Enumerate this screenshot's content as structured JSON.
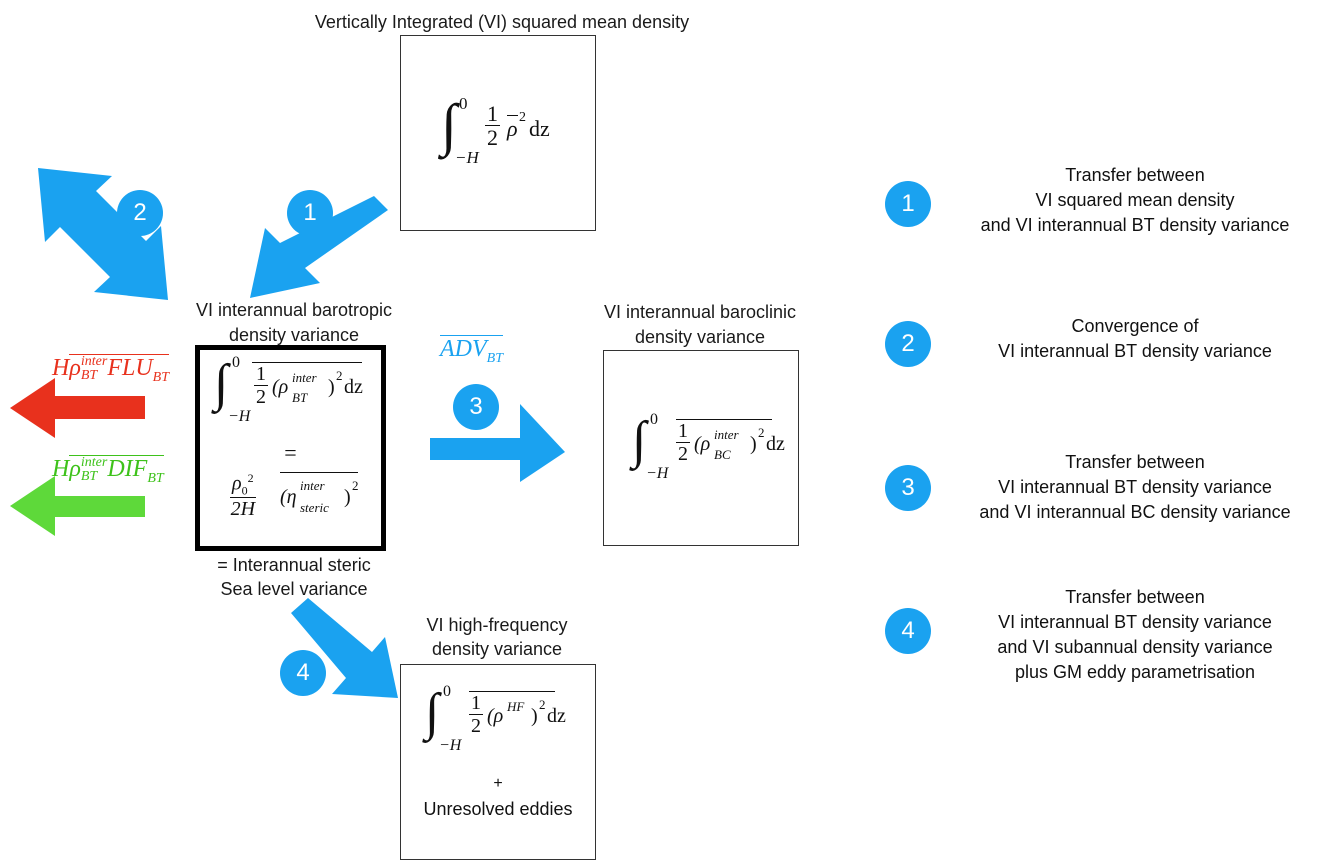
{
  "colors": {
    "blue": "#1aa2f0",
    "red": "#e8311d",
    "green": "#5ed93a"
  },
  "top_box": {
    "title": "Vertically Integrated (VI) squared mean density",
    "formula": {
      "int_upper": "0",
      "int_lower": "−H",
      "frac_num": "1",
      "frac_den": "2",
      "var": "ρ",
      "exp": "2",
      "dz": "dz"
    }
  },
  "center_box": {
    "title_line1": "VI interannual barotropic",
    "title_line2": "density variance",
    "formula": {
      "int_upper": "0",
      "int_lower": "−H",
      "frac_num": "1",
      "frac_den": "2",
      "var": "ρ",
      "var_sup": "inter",
      "var_sub": "BT",
      "exp": "2",
      "dz": "dz",
      "equals": "=",
      "rho0": "ρ",
      "rho0_sub": "0",
      "rho0_exp": "2",
      "den": "2H",
      "eta": "η",
      "eta_sup": "inter",
      "eta_sub": "steric",
      "eta_exp": "2"
    },
    "caption_line1": "= Interannual steric",
    "caption_line2": "Sea level variance"
  },
  "right_box": {
    "title_line1": "VI interannual baroclinic",
    "title_line2": "density variance",
    "formula": {
      "int_upper": "0",
      "int_lower": "−H",
      "frac_num": "1",
      "frac_den": "2",
      "var": "ρ",
      "var_sup": "inter",
      "var_sub": "BC",
      "exp": "2",
      "dz": "dz"
    }
  },
  "bottom_box": {
    "title_line1": "VI high-frequency",
    "title_line2": "density variance",
    "formula": {
      "int_upper": "0",
      "int_lower": "−H",
      "frac_num": "1",
      "frac_den": "2",
      "var": "ρ",
      "var_sup": "HF",
      "exp": "2",
      "dz": "dz"
    },
    "plus": "+",
    "extra": "Unresolved eddies"
  },
  "fluxes": {
    "adv": {
      "main": "ADV",
      "sub": "BT"
    },
    "flu": {
      "H": "H",
      "rho": "ρ",
      "sup": "inter",
      "sub": "BT",
      "main": "FLU",
      "main_sub": "BT"
    },
    "dif": {
      "H": "H",
      "rho": "ρ",
      "sup": "inter",
      "sub": "BT",
      "main": "DIF",
      "main_sub": "BT"
    }
  },
  "badges": [
    "1",
    "2",
    "3",
    "4"
  ],
  "legend": [
    {
      "number": "1",
      "lines": [
        "Transfer between",
        "VI squared mean density",
        "and VI interannual BT density variance"
      ]
    },
    {
      "number": "2",
      "lines": [
        "Convergence of",
        "VI interannual BT density variance"
      ]
    },
    {
      "number": "3",
      "lines": [
        "Transfer between",
        "VI interannual BT density variance",
        "and VI interannual BC density variance"
      ]
    },
    {
      "number": "4",
      "lines": [
        "Transfer between",
        "VI interannual BT density variance",
        "and VI subannual density variance",
        "plus GM eddy parametrisation"
      ]
    }
  ]
}
